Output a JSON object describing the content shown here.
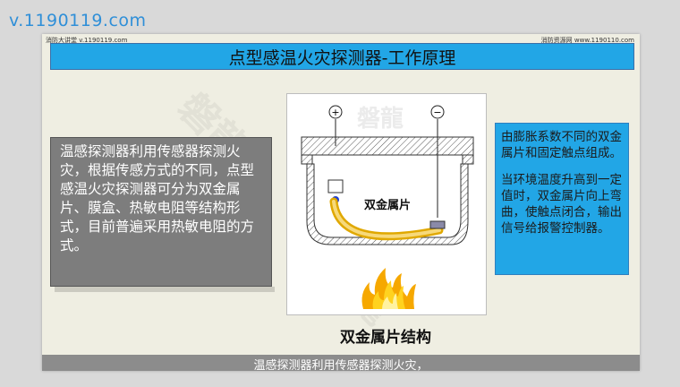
{
  "watermark": {
    "url": "v.1190119.com"
  },
  "slide": {
    "header_left_tiny": "消防大讲堂 v.1190119.com",
    "header_right_tiny": "消防资源网 www.1190110.com",
    "title": "点型感温火灾探测器-工作原理",
    "left_text": "温感探测器利用传感器探测火灾，根据传感方式的不同，点型感温火灾探测器可分为双金属片、膜盒、热敏电阻等结构形式，目前普遍采用热敏电阻的方式。",
    "diagram": {
      "plus_label": "+",
      "minus_label": "−",
      "strip_label": "双金属片",
      "brand_mark": "磐龍"
    },
    "caption": "双金属片结构",
    "right_text": [
      "由膨胀系数不同的双金属片和固定触点组成。",
      "当环境温度升高到一定值时，双金属片向上弯曲，使触点闭合，输出信号给报警控制器。"
    ]
  },
  "subtitle": "温感探测器利用传感器探测火灾，",
  "colors": {
    "title_bar": "#22a6e6",
    "right_box": "#22a6e6",
    "left_box": "#7d7d7d",
    "strip_outer": "#f2b800",
    "strip_inner": "#f7d97a"
  }
}
